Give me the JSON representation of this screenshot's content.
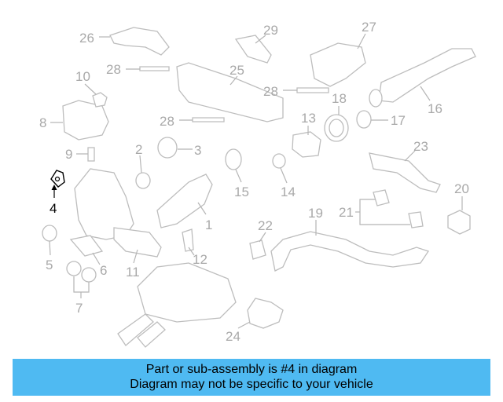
{
  "diagram": {
    "labels": [
      {
        "id": "1",
        "text": "1"
      },
      {
        "id": "2",
        "text": "2"
      },
      {
        "id": "3",
        "text": "3"
      },
      {
        "id": "4",
        "text": "4"
      },
      {
        "id": "5",
        "text": "5"
      },
      {
        "id": "6",
        "text": "6"
      },
      {
        "id": "7",
        "text": "7"
      },
      {
        "id": "8",
        "text": "8"
      },
      {
        "id": "9",
        "text": "9"
      },
      {
        "id": "10",
        "text": "10"
      },
      {
        "id": "11",
        "text": "11"
      },
      {
        "id": "12",
        "text": "12"
      },
      {
        "id": "13",
        "text": "13"
      },
      {
        "id": "14",
        "text": "14"
      },
      {
        "id": "15",
        "text": "15"
      },
      {
        "id": "16",
        "text": "16"
      },
      {
        "id": "17",
        "text": "17"
      },
      {
        "id": "18",
        "text": "18"
      },
      {
        "id": "19",
        "text": "19"
      },
      {
        "id": "20",
        "text": "20"
      },
      {
        "id": "21",
        "text": "21"
      },
      {
        "id": "22",
        "text": "22"
      },
      {
        "id": "23",
        "text": "23"
      },
      {
        "id": "24",
        "text": "24"
      },
      {
        "id": "25",
        "text": "25"
      },
      {
        "id": "26",
        "text": "26"
      },
      {
        "id": "27",
        "text": "27"
      },
      {
        "id": "28a",
        "text": "28"
      },
      {
        "id": "28b",
        "text": "28"
      },
      {
        "id": "28c",
        "text": "28"
      },
      {
        "id": "29",
        "text": "29"
      }
    ],
    "highlighted_part": "4",
    "colors": {
      "highlight": "#000000",
      "parts": "#a9a9a9",
      "banner": "#4fbaf2"
    }
  },
  "banner": {
    "line1": "Part or sub-assembly is #4 in diagram",
    "line2": "Diagram may not be specific to your vehicle"
  }
}
